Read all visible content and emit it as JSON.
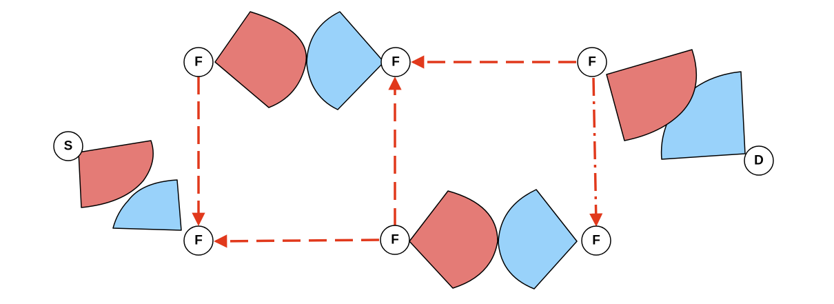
{
  "colors": {
    "red_shape": "#e47b76",
    "blue_shape": "#99d2fa",
    "arrow": "#e1391c",
    "outline": "#000000"
  },
  "nodes": {
    "f_top_left": "F",
    "f_top_middle": "F",
    "f_top_right": "F",
    "f_bottom_left": "F",
    "f_bottom_middle": "F",
    "f_bottom_right": "F",
    "start": "S",
    "destination": "D"
  },
  "edges": [
    {
      "from": "f_top_left",
      "to": "f_bottom_left",
      "style": "dashed"
    },
    {
      "from": "f_top_right",
      "to": "f_top_middle",
      "style": "dashed"
    },
    {
      "from": "f_bottom_middle",
      "to": "f_top_middle",
      "style": "dashed"
    },
    {
      "from": "f_bottom_middle",
      "to": "f_bottom_left",
      "style": "dashed"
    },
    {
      "from": "f_top_right",
      "to": "f_bottom_right",
      "style": "dash-dot"
    }
  ]
}
